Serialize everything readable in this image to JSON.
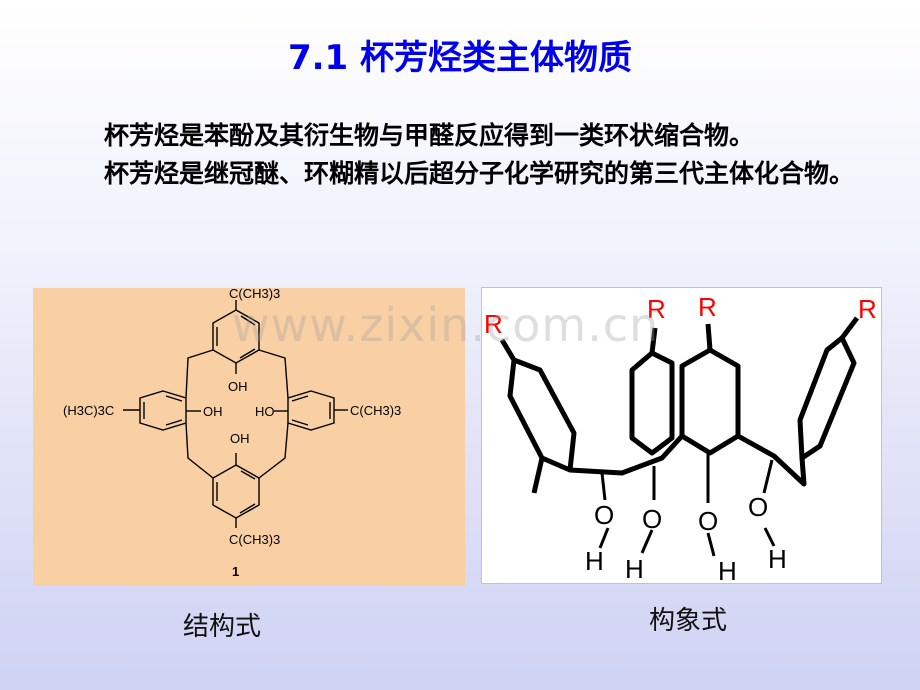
{
  "slide": {
    "title": "7.1 杯芳烃类主体物质",
    "paragraphs": [
      "杯芳烃是苯酚及其衍生物与甲醛反应得到一类环状缩合物。",
      "杯芳烃是继冠醚、环糊精以后超分子化学研究的第三代主体化合物。"
    ],
    "captions": {
      "structural": "结构式",
      "conformation": "构象式"
    },
    "watermark": "www.zixin.com.cn",
    "structural_formula": {
      "substituent": "C(CH3)3",
      "left_substituent": "(H3C)3C",
      "hydroxyl": "OH",
      "hydroxyl_left": "HO",
      "compound_number": "1"
    },
    "conformation_formula": {
      "r_label": "R",
      "o_label": "O",
      "h_label": "H"
    },
    "colors": {
      "title": "#0000ee",
      "left_panel_bg": "#f9cfa4",
      "r_label": "#ff0000"
    }
  }
}
